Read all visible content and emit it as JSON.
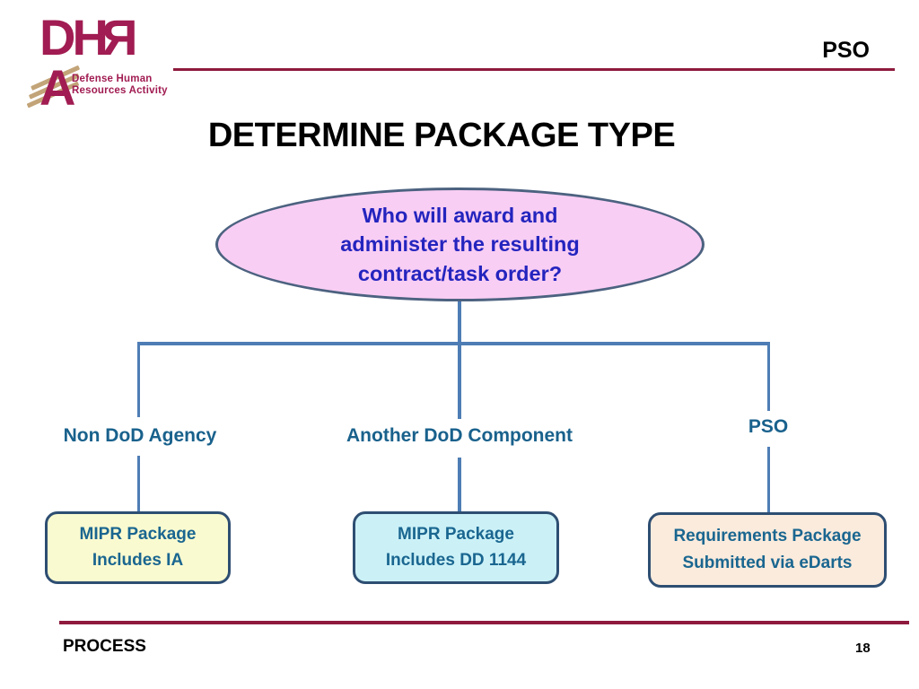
{
  "header": {
    "logo": {
      "acronym_parts": [
        "DH",
        "R",
        "A"
      ],
      "subtitle_line1": "Defense Human",
      "subtitle_line2": "Resources Activity"
    },
    "corner_label": "PSO"
  },
  "title": "DETERMINE PACKAGE TYPE",
  "diagram": {
    "root_question": {
      "lines": [
        "Who will award and",
        "administer the resulting",
        "contract/task order?"
      ]
    },
    "branches": [
      {
        "label": "Non DoD Agency",
        "box_lines": [
          "MIPR Package",
          "Includes IA"
        ],
        "box_fill": "#FAFAD0"
      },
      {
        "label": "Another DoD Component",
        "box_lines": [
          "MIPR Package",
          "Includes DD 1144"
        ],
        "box_fill": "#CBF1F7"
      },
      {
        "label": "PSO",
        "box_lines": [
          "Requirements Package",
          "Submitted via eDarts"
        ],
        "box_fill": "#FBEBDC"
      }
    ]
  },
  "footer": {
    "label": "PROCESS",
    "page_number": "18"
  },
  "colors": {
    "maroon_rule": "#8E1A3D",
    "logo_maroon": "#A11C52",
    "logo_tan": "#C2A478",
    "connector_blue": "#4E7DB5",
    "ellipse_fill": "#F9CEF4",
    "ellipse_border": "#4C6280",
    "question_text": "#2424BE",
    "branch_text": "#19618C",
    "box_border": "#2E4E72",
    "box_text": "#1A6690"
  }
}
